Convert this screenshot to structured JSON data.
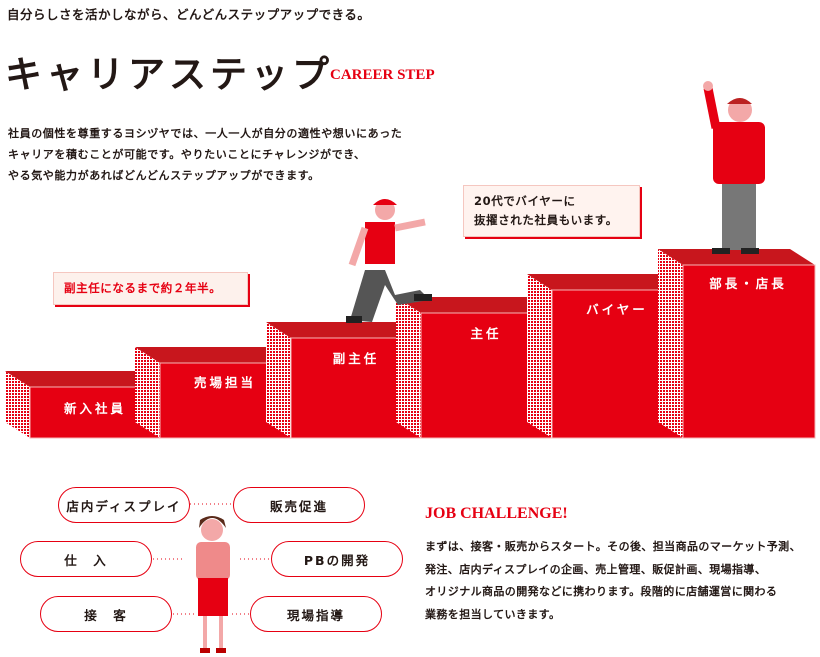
{
  "header": {
    "lead": "自分らしさを活かしながら、どんどんステップアップできる。",
    "title": "キャリアステップ",
    "subtitle": "CAREER STEP",
    "intro": [
      "社員の個性を尊重するヨシヅヤでは、一人一人が自分の適性や想いにあった",
      "キャリアを積むことが可能です。やりたいことにチャレンジができ、",
      "やる気や能力があればどんどんステップアップができます。"
    ]
  },
  "steps": [
    {
      "label": "新入社員"
    },
    {
      "label": "売場担当"
    },
    {
      "label": "副主任"
    },
    {
      "label": "主任"
    },
    {
      "label": "バイヤー"
    },
    {
      "label": "部長・店長"
    }
  ],
  "callouts": {
    "vice": "副主任になるまで約２年半。",
    "buyer": [
      "20代でバイヤーに",
      "抜擢された社員もいます。"
    ]
  },
  "jobs": [
    "店内ディスプレイ",
    "販売促進",
    "仕　入",
    "PBの開発",
    "接　客",
    "現場指導"
  ],
  "job_challenge": {
    "title": "JOB CHALLENGE!",
    "body": [
      "まずは、接客・販売からスタート。その後、担当商品のマーケット予測、",
      "発注、店内ディスプレイの企画、売上管理、販促計画、現場指導、",
      "オリジナル商品の開発などに携わります。段階的に店舗運営に関わる",
      "業務を担当していきます。"
    ]
  },
  "colors": {
    "accent": "#e60012",
    "top": "#c8161d"
  }
}
